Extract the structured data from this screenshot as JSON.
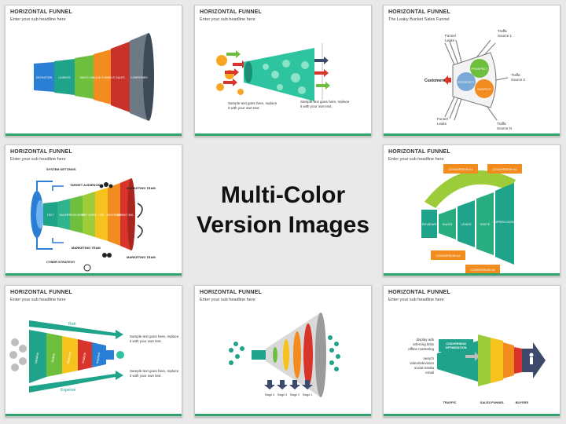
{
  "center": {
    "line1": "Multi-Color",
    "line2": "Version Images"
  },
  "slides": [
    {
      "title": "HORIZONTAL FUNNEL",
      "subtitle": "Enter your sub headline here",
      "segments": [
        "DEFINITION",
        "CLIENTS",
        "SALES",
        "UNIQUE FUNNELS",
        "SALES",
        "CONFIRMED"
      ]
    },
    {
      "title": "HORIZONTAL FUNNEL",
      "subtitle": "Enter your sub headline here",
      "text_left": [
        "Sample text goes here, replace",
        "it with your own text."
      ],
      "text_right": [
        "Sample text goes here, replace",
        "it with your own text."
      ]
    },
    {
      "title": "HORIZONTAL FUNNEL",
      "subtitle": "The Leaky Bucket Sales Funnel",
      "labels": {
        "leaks_top": [
          "Funnel",
          "Leaks"
        ],
        "source1": [
          "Traffic",
          "Source 1"
        ],
        "source2": [
          "Traffic",
          "Source 2"
        ],
        "sourceN": [
          "Traffic",
          "Source N"
        ],
        "leaks_bottom": [
          "Funnel",
          "Leaks"
        ],
        "customers": "Customers",
        "prospect": "PROSPECT",
        "suspect": "SUSPECT",
        "prospect2": "PROSPECT"
      }
    },
    {
      "title": "HORIZONTAL FUNNEL",
      "subtitle": "Enter your sub headline here",
      "labels": {
        "system": "SYSTEM SETTINGS",
        "target": "TARGET AUDIENCE",
        "marketing_top": "MARKETING TEAM",
        "marketing_mid": "MARKETING TEAM",
        "cyber": "CYBER STRATEGY",
        "marketing_bottom": "MARKETING TEAM",
        "market": "MARKET ING"
      },
      "segments": [
        "TEXT",
        "SALES",
        "PRESS WORK",
        "TEXT WORK",
        "LIVE",
        "ADVERTISE"
      ]
    },
    {
      "title": "HORIZONTAL FUNNEL",
      "subtitle": "Enter your sub headline here",
      "boxes": {
        "conv1": "CONVERSION A1",
        "conv2": "CONVERSION A2",
        "conv3": "CONVERSION A3",
        "conv4": "CONVERSION A4"
      },
      "segments": [
        "REVIEWS",
        "SALES",
        "LEADS",
        "VISITS",
        "IMPRES-SIONS"
      ]
    },
    {
      "title": "HORIZONTAL FUNNEL",
      "subtitle": "Enter your sub headline here",
      "segments": [
        "Ideation",
        "Define",
        "Measure",
        "Analyze",
        "Improve"
      ],
      "arrows": {
        "top": "Risk",
        "bottom": "Expense"
      },
      "text_top": [
        "Sample text goes here, replace",
        "it with your own text."
      ],
      "text_bottom": [
        "Sample text goes here, replace",
        "it with your own text."
      ]
    },
    {
      "title": "HORIZONTAL FUNNEL",
      "subtitle": "Enter your sub headline here",
      "stages": [
        "Stage 4",
        "Stage 3",
        "Stage 2",
        "Stage 1"
      ]
    },
    {
      "title": "HORIZONTAL FUNNEL",
      "subtitle": "Enter your sub headline here",
      "sources": [
        "display ads",
        "referring links",
        "offline marketing",
        "search",
        "video/television",
        "social media",
        "email"
      ],
      "conversion": [
        "CONVERSION",
        "OPTIMIZATION"
      ],
      "bottom": [
        "TRAFFIC",
        "SALES FUNNEL",
        "BUYERS"
      ]
    }
  ],
  "colors": {
    "accent": "#2ea36b",
    "blue": "#2a7fd4",
    "teal": "#1fa38a",
    "green": "#6fbf3f",
    "orange": "#f28c1e",
    "red": "#d8342c",
    "gray": "#7a8590"
  }
}
